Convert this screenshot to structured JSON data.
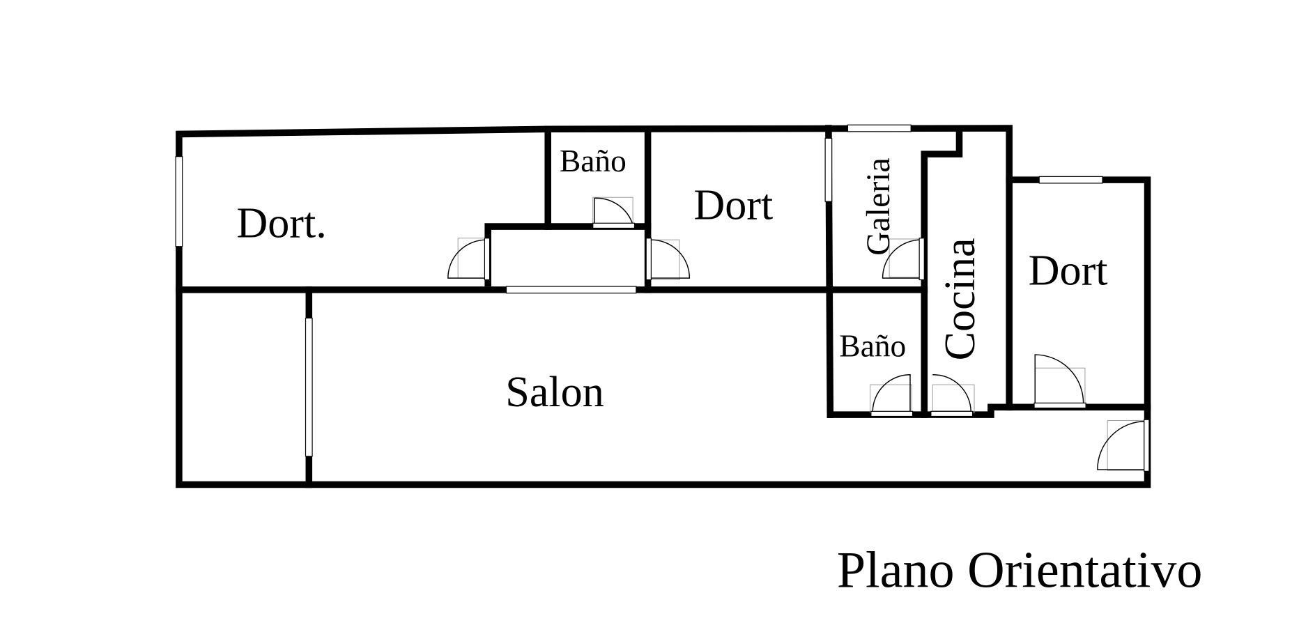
{
  "rooms": {
    "dort_left": "Dort.",
    "bano_top": "Baño",
    "dort_middle": "Dort",
    "galeria": "Galeria",
    "cocina": "Cocina",
    "dort_right": "Dort",
    "salon": "Salon",
    "bano_bottom": "Baño"
  },
  "caption": "Plano Orientativo",
  "colors": {
    "walls": "#000000",
    "background": "#ffffff"
  }
}
